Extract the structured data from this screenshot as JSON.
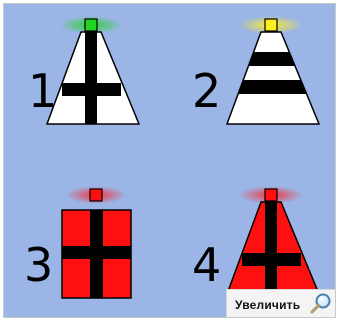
{
  "signs": [
    {
      "number": "1",
      "light_color": "green",
      "type": "white-trapezoid-cross"
    },
    {
      "number": "2",
      "light_color": "yellow",
      "type": "white-trapezoid-horizontal-stripes"
    },
    {
      "number": "3",
      "light_color": "red",
      "type": "red-rectangle-cross"
    },
    {
      "number": "4",
      "light_color": "red",
      "type": "red-trapezoid-cross"
    }
  ],
  "zoom_button": {
    "label": "Увеличить",
    "icon": "magnifier-icon"
  },
  "colors": {
    "background": "#9bb5e6",
    "green_light": "#22d422",
    "yellow_light": "#ffee22",
    "red_light": "#ff2020",
    "red_body": "#ff1010",
    "black": "#000000",
    "white": "#ffffff"
  }
}
